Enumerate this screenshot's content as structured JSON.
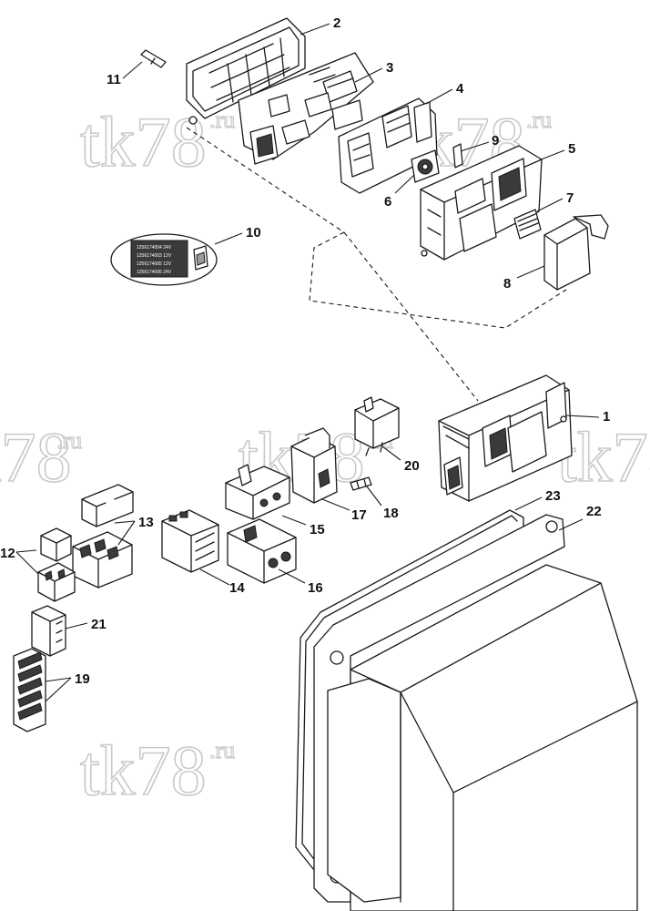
{
  "watermark": {
    "main": "tk78",
    "suffix": ".ru"
  },
  "callouts": [
    "1",
    "2",
    "3",
    "4",
    "5",
    "6",
    "7",
    "8",
    "9",
    "10",
    "11",
    "12",
    "13",
    "14",
    "15",
    "16",
    "17",
    "18",
    "19",
    "20",
    "21",
    "22",
    "23"
  ],
  "label_card": {
    "rows": [
      "1256174004 24V",
      "1256174003 12V",
      "1256174005 12V",
      "1256174006 24V"
    ]
  }
}
